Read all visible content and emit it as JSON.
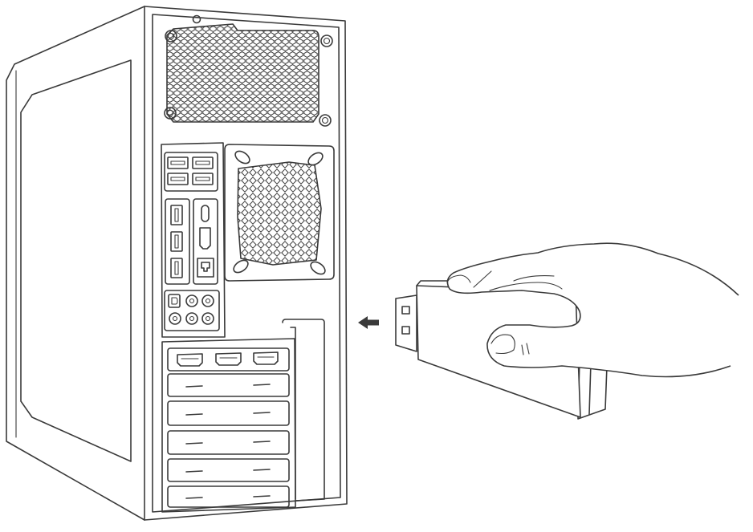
{
  "colors": {
    "line": "#3a3a3a",
    "background": "#ffffff",
    "arrow": "#3a3a3a"
  },
  "scene": {
    "objects": [
      "desktop-pc-tower-rear",
      "usb-dongle",
      "hand",
      "insert-arrow-icon"
    ]
  }
}
